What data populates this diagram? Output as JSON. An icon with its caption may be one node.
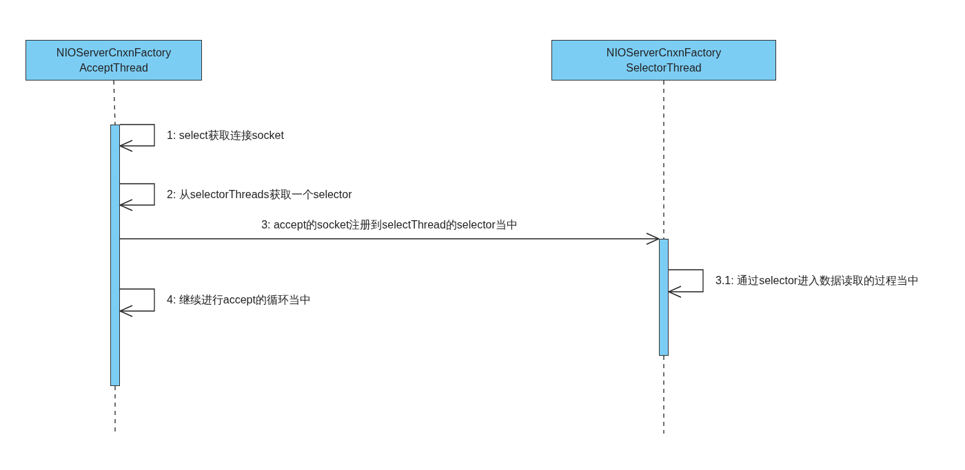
{
  "diagram": {
    "nodes": [
      {
        "text": [
          "NIOServerCnxnFactory AcceptThread"
        ]
      },
      {
        "text": [
          "NIOServerCnxnFactory SelectorThread"
        ]
      },
      {
        "text": [],
        "shape": "bar"
      },
      {
        "text": [],
        "shape": "bar"
      }
    ],
    "edges": [
      {
        "from": 0,
        "to": 2,
        "arrow": "none",
        "style": "dashed"
      },
      {
        "from": 1,
        "to": 3,
        "arrow": "none",
        "style": "dashed"
      },
      {
        "from": 2,
        "to": 2,
        "arrow": "to",
        "label": "1: select获取连接socket"
      },
      {
        "from": 2,
        "to": 2,
        "arrow": "to",
        "label": "2: 从selectorThreads获取一个selector"
      },
      {
        "from": 2,
        "to": 3,
        "arrow": "to",
        "label": "3: accept的socket注册到selectThread的selector当中"
      },
      {
        "from": 3,
        "to": 3,
        "arrow": "to",
        "label": "3.1: 通过selector进入数据读取的过程当中"
      },
      {
        "from": 2,
        "to": 2,
        "arrow": "to",
        "label": "4: 继续进行accept的循环当中"
      }
    ]
  }
}
